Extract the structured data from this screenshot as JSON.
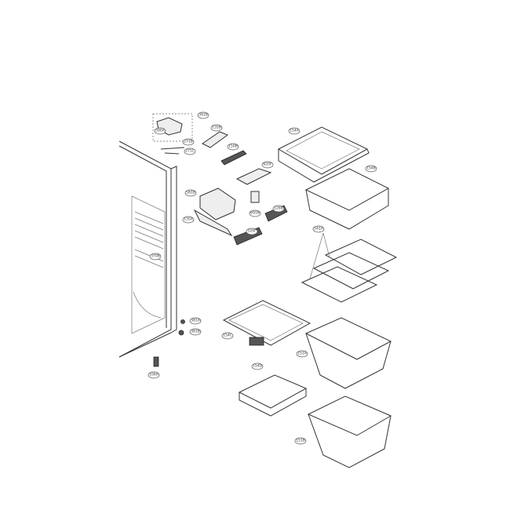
{
  "diagram": {
    "callouts": {
      "c1": "391B",
      "c2": "590A",
      "c3": "271B",
      "c4": "271C",
      "c5": "135B",
      "c6": "150B",
      "c7": "620F",
      "c8": "581B",
      "c9": "135A",
      "c10": "691B",
      "c11": "128B",
      "c12": "520F",
      "c13": "370B",
      "c14": "154A",
      "c15": "154B",
      "c16": "541A",
      "c17": "381A",
      "c18": "381B",
      "c19": "106A",
      "c20": "154C",
      "c21": "151A",
      "c22": "154D",
      "c23": "151B"
    }
  }
}
